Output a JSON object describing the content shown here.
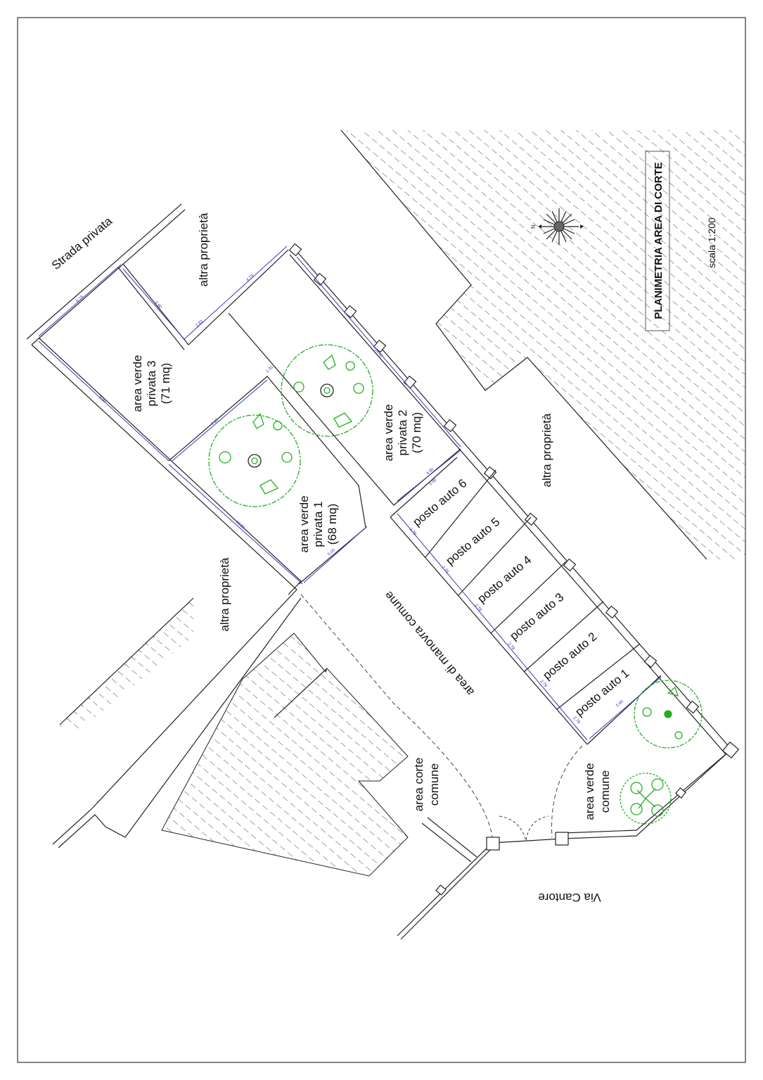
{
  "title": "PLANIMETRIA AREA DI CORTE",
  "scale": "scala 1:200",
  "compass": {
    "north_letter": "N"
  },
  "streets": {
    "private_road": "Strada privata",
    "main_road": "Via Cantore"
  },
  "other_property": [
    "altra proprietà",
    "altra proprietà",
    "altra proprietà"
  ],
  "private_green_areas": [
    {
      "line1": "area verde",
      "line2": "privata 1",
      "area": "(68 mq)"
    },
    {
      "line1": "area verde",
      "line2": "privata 2",
      "area": "(70 mq)"
    },
    {
      "line1": "area verde",
      "line2": "privata 3",
      "area": "(71 mq)"
    }
  ],
  "parking_spots": [
    "posto auto 1",
    "posto auto 2",
    "posto auto 3",
    "posto auto 4",
    "posto auto 5",
    "posto auto 6"
  ],
  "common_areas": {
    "maneuver": "area di manovra comune",
    "court_line1": "area corte",
    "court_line2": "comune",
    "green_line1": "area verde",
    "green_line2": "comune"
  },
  "dimensions": [
    "8.15",
    "6.90",
    "2.83",
    "4.79",
    "1.00",
    "7.15",
    "9.90",
    "10.00",
    "5.00",
    "14.40",
    "4.90",
    "5.00",
    "2.79",
    "2.79",
    "2.79",
    "2.79",
    "2.79",
    "2.79",
    "5.60"
  ],
  "colors": {
    "lines": "#222222",
    "dimensions": "#3a3ab0",
    "trees": "#22b022"
  }
}
